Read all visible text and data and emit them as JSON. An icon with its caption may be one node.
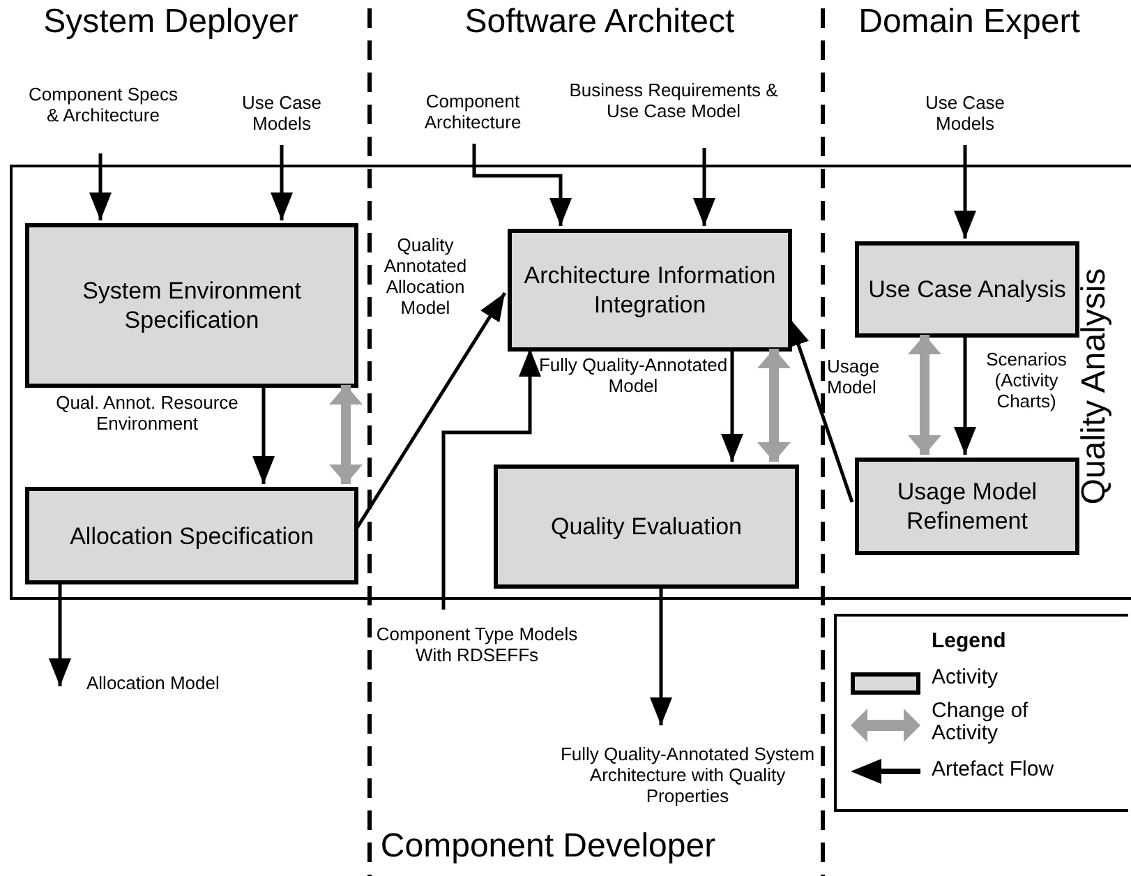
{
  "diagram": {
    "nodes": [
      {
        "text": [
          "Quality Analysis"
        ]
      },
      {
        "text": [
          "System Environment Specification"
        ],
        "in": 0
      },
      {
        "text": [
          "Allocation Specification"
        ],
        "in": 0
      },
      {
        "text": [
          "Architecture Information Integration"
        ],
        "in": 0
      },
      {
        "text": [
          "Quality Evaluation"
        ],
        "in": 0
      },
      {
        "text": [
          "Use Case Analysis"
        ],
        "in": 0
      },
      {
        "text": [
          "Usage Model Refinement"
        ],
        "in": 0
      },
      {
        "text": [
          "Component Specs & Architecture"
        ]
      },
      {
        "text": [
          "Use Case Models"
        ]
      },
      {
        "text": [
          "Component Architecture"
        ]
      },
      {
        "text": [
          "Business Requirements & Use Case Model"
        ]
      },
      {
        "text": [
          "Use Case Models"
        ]
      },
      {
        "text": [
          "Component Type Models With RDSEFFs"
        ]
      },
      {
        "text": [
          "Fully Quality-Annotated System Architecture with Quality Properties"
        ]
      }
    ],
    "edges": [
      {
        "from": 7,
        "to": 1,
        "arrow": "to"
      },
      {
        "from": 8,
        "to": 1,
        "arrow": "to"
      },
      {
        "from": 9,
        "to": 3,
        "arrow": "to"
      },
      {
        "from": 10,
        "to": 3,
        "arrow": "to"
      },
      {
        "from": 11,
        "to": 5,
        "arrow": "to"
      },
      {
        "from": 1,
        "to": 2,
        "arrow": "to",
        "label": "Qual. Annot. Resource Environment"
      },
      {
        "from": 2,
        "to": 3,
        "arrow": "to",
        "label": "Quality Annotated Allocation Model"
      },
      {
        "from": 12,
        "to": 3,
        "arrow": "to"
      },
      {
        "from": 3,
        "to": 4,
        "arrow": "to",
        "label": "Fully Quality-Annotated Model"
      },
      {
        "from": 6,
        "to": 3,
        "arrow": "to",
        "label": "Usage Model"
      },
      {
        "from": 5,
        "to": 6,
        "arrow": "to",
        "label": "Scenarios (Activity Charts)"
      },
      {
        "from": 2,
        "to": null,
        "arrow": "to",
        "label": "Allocation Model"
      },
      {
        "from": 4,
        "to": 13,
        "arrow": "to"
      },
      {
        "from": 1,
        "to": 2,
        "arrow": "both",
        "style": "thick",
        "color": "#a0a0a0"
      },
      {
        "from": 3,
        "to": 4,
        "arrow": "both",
        "style": "thick",
        "color": "#a0a0a0"
      },
      {
        "from": 5,
        "to": 6,
        "arrow": "both",
        "style": "thick",
        "color": "#a0a0a0"
      }
    ],
    "labels": [
      "System Deployer",
      "Software Architect",
      "Domain Expert",
      "Legend",
      "Component Developer"
    ],
    "legend": [
      {
        "text": "Activity"
      },
      {
        "text": "Change of Activity"
      },
      {
        "text": "Artefact Flow"
      }
    ]
  }
}
